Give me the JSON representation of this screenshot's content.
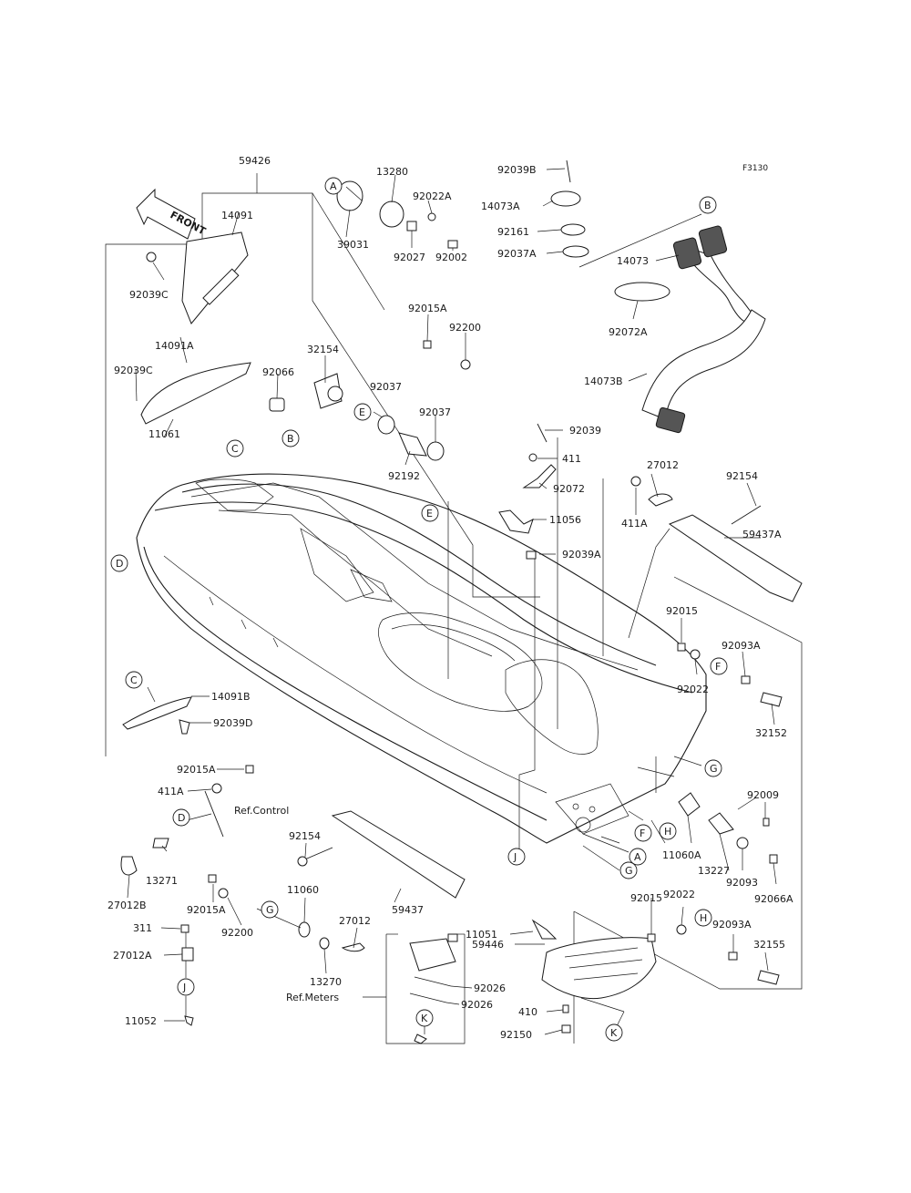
{
  "figure_code": "F3130",
  "front_label": "FRONT",
  "callouts": {
    "A": "A",
    "B": "B",
    "C": "C",
    "D": "D",
    "E": "E",
    "F": "F",
    "G": "G",
    "H": "H",
    "J": "J",
    "K": "K"
  },
  "parts": {
    "p59426": "59426",
    "p14091": "14091",
    "p92039C_top": "92039C",
    "p14091A": "14091A",
    "p92039C_mid": "92039C",
    "p11061": "11061",
    "p92066": "92066",
    "p32154": "32154",
    "p39031": "39031",
    "p13280": "13280",
    "p92022A": "92022A",
    "p92027": "92027",
    "p92002": "92002",
    "p92015A_top": "92015A",
    "p92200_top": "92200",
    "p92037_a": "92037",
    "p92037_b": "92037",
    "p92192": "92192",
    "p92039B": "92039B",
    "p14073A": "14073A",
    "p92161": "92161",
    "p92037A": "92037A",
    "p14073": "14073",
    "p92072A": "92072A",
    "p14073B": "14073B",
    "p92039": "92039",
    "p411": "411",
    "p92072": "92072",
    "p11056": "11056",
    "p92039A": "92039A",
    "p27012_top": "27012",
    "p411A_top": "411A",
    "p92154_top": "92154",
    "p59437A": "59437A",
    "p92015_r": "92015",
    "p92093A_r": "92093A",
    "p92022_r": "92022",
    "p32152": "32152",
    "p14091B": "14091B",
    "p92039D": "92039D",
    "p92015A_l": "92015A",
    "p411A_l": "411A",
    "ref_control": "Ref.Control",
    "p13271": "13271",
    "p27012B": "27012B",
    "p92154_l": "92154",
    "p59437": "59437",
    "p11060": "11060",
    "p92015A_b": "92015A",
    "p92200_b": "92200",
    "p27012_b": "27012",
    "p13270": "13270",
    "ref_meters": "Ref.Meters",
    "p311": "311",
    "p27012A": "27012A",
    "p11052": "11052",
    "p11051": "11051",
    "p92026_a": "92026",
    "p92026_b": "92026",
    "p59446": "59446",
    "p410": "410",
    "p92150": "92150",
    "p92009": "92009",
    "p11060A": "11060A",
    "p13227": "13227",
    "p92093": "92093",
    "p92066A": "92066A",
    "p92015_br": "92015",
    "p92022_br": "92022",
    "p92093A_br": "92093A",
    "p32155": "32155"
  }
}
